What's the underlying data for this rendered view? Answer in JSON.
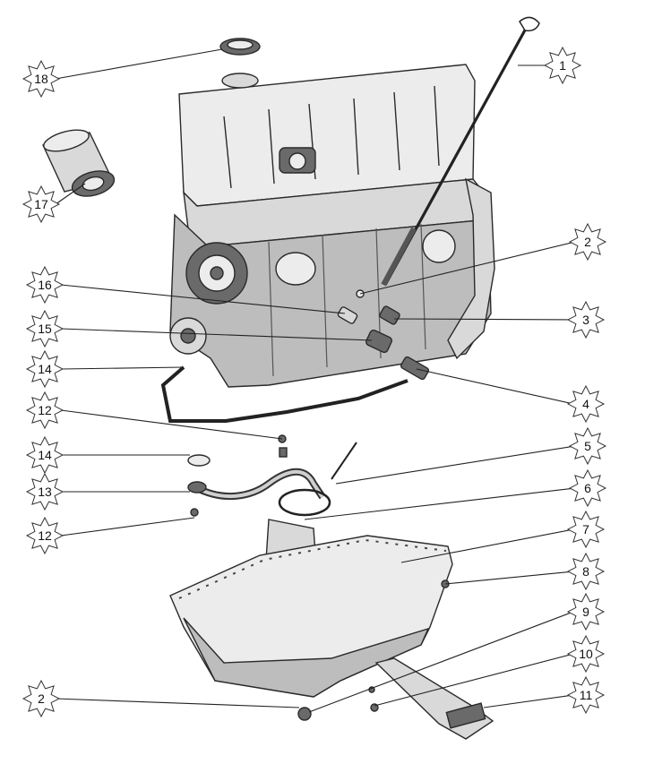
{
  "callouts": [
    {
      "id": "c1",
      "label": "1"
    },
    {
      "id": "c2",
      "label": "2"
    },
    {
      "id": "c3",
      "label": "3"
    },
    {
      "id": "c4",
      "label": "4"
    },
    {
      "id": "c5",
      "label": "5"
    },
    {
      "id": "c6",
      "label": "6"
    },
    {
      "id": "c7",
      "label": "7"
    },
    {
      "id": "c8",
      "label": "8"
    },
    {
      "id": "c9",
      "label": "9"
    },
    {
      "id": "c10",
      "label": "10"
    },
    {
      "id": "c11",
      "label": "11"
    },
    {
      "id": "c2b",
      "label": "2"
    },
    {
      "id": "c12a",
      "label": "12"
    },
    {
      "id": "c14a",
      "label": "14"
    },
    {
      "id": "c13",
      "label": "13"
    },
    {
      "id": "c12b",
      "label": "12"
    },
    {
      "id": "c14b",
      "label": "14"
    },
    {
      "id": "c15",
      "label": "15"
    },
    {
      "id": "c16",
      "label": "16"
    },
    {
      "id": "c17",
      "label": "17"
    },
    {
      "id": "c18",
      "label": "18"
    }
  ]
}
